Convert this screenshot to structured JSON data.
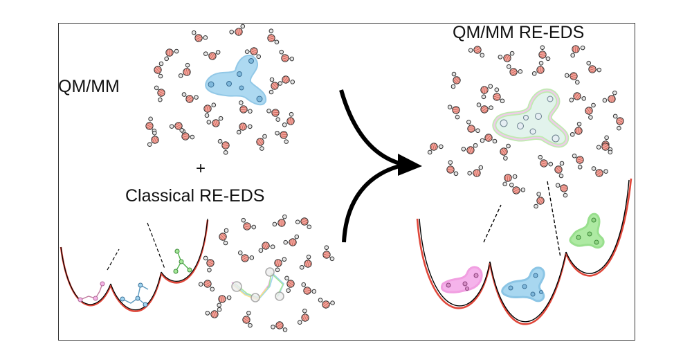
{
  "labels": {
    "qmmm": "QM/MM",
    "plus": "+",
    "classical_reeds": "Classical RE-EDS",
    "qmmm_reeds": "QM/MM RE-EDS"
  },
  "colors": {
    "water_oxygen": "#e8847a",
    "water_oxygen_stroke": "#b03a2e",
    "hydrogen": "#dddddd",
    "solute_blue": "#8ecbea",
    "solute_pink": "#f4a6e8",
    "solute_green": "#a6e89a",
    "curve_red": "#e0473a",
    "curve_black": "#000000"
  },
  "icons": [
    "water-molecule-icon",
    "arrow-icon",
    "solute-molecule-icon",
    "energy-well-icon"
  ]
}
